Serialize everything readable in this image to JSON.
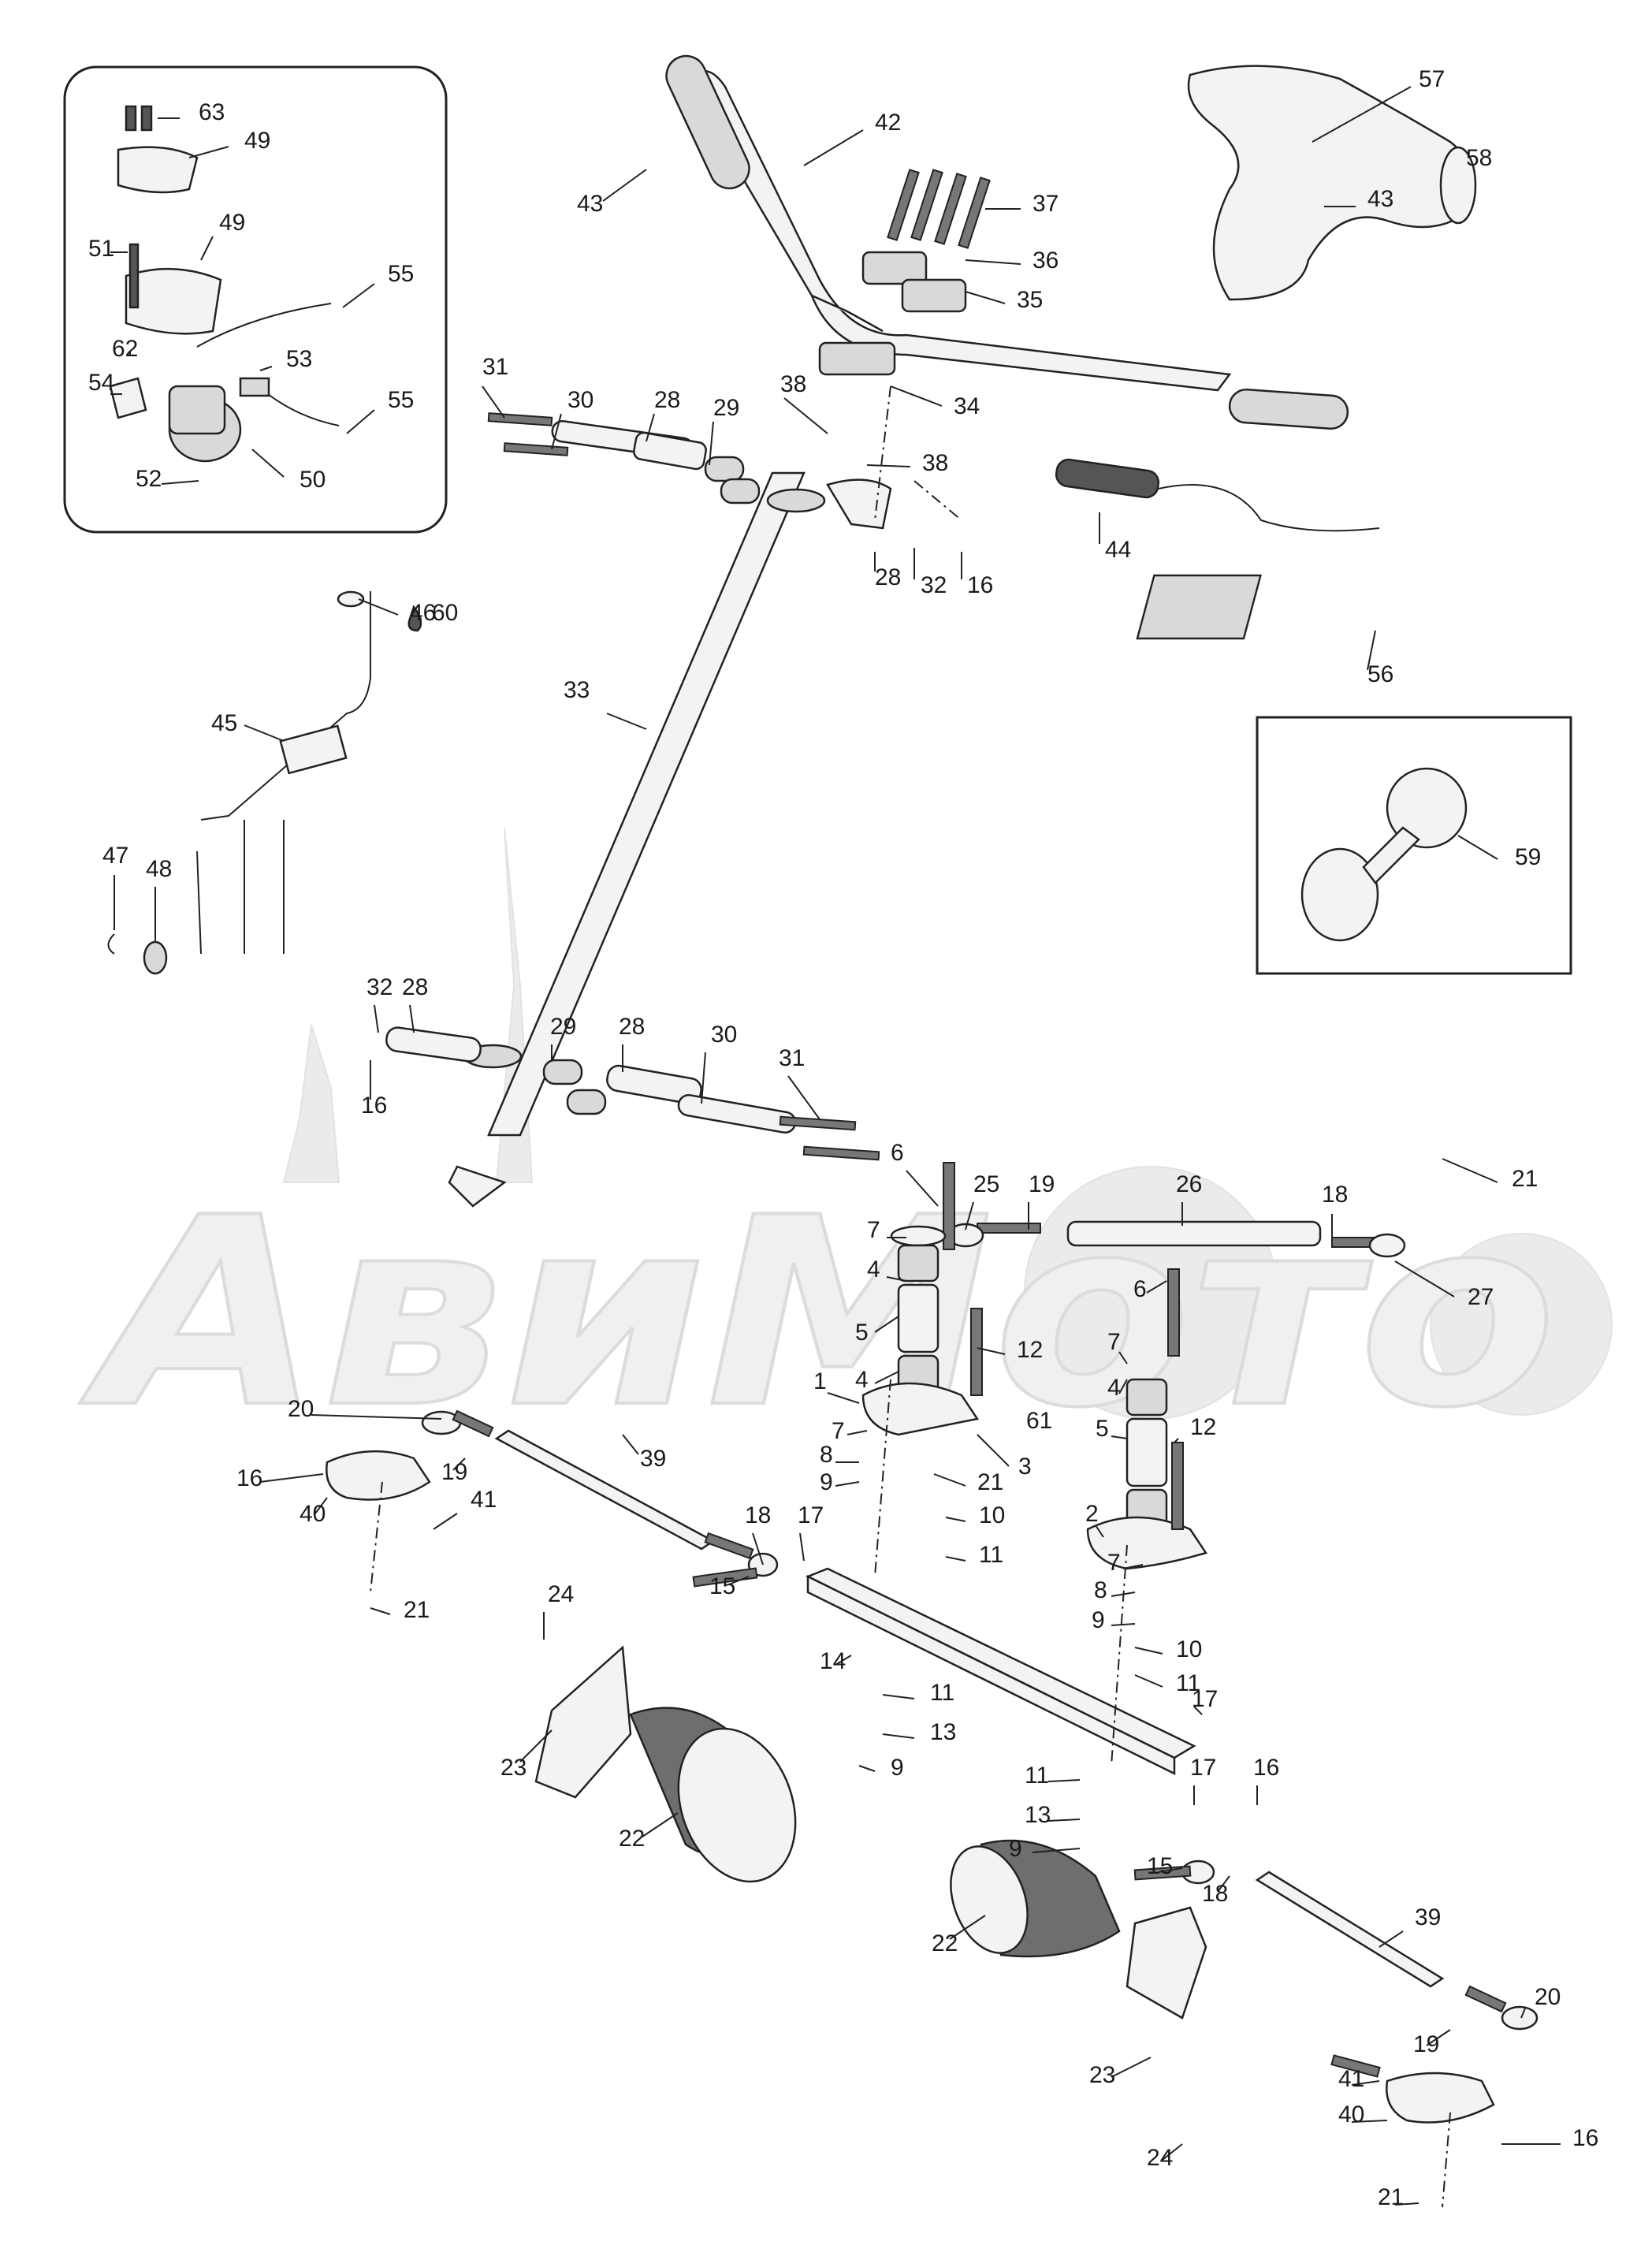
{
  "diagram": {
    "watermark_text": "АвиМото",
    "callouts": [
      "1",
      "2",
      "3",
      "4",
      "5",
      "6",
      "7",
      "8",
      "9",
      "10",
      "11",
      "12",
      "13",
      "14",
      "15",
      "16",
      "17",
      "18",
      "19",
      "20",
      "21",
      "22",
      "23",
      "24",
      "25",
      "26",
      "27",
      "28",
      "29",
      "30",
      "31",
      "32",
      "33",
      "34",
      "35",
      "36",
      "37",
      "38",
      "39",
      "40",
      "41",
      "42",
      "43",
      "44",
      "45",
      "46",
      "47",
      "48",
      "49",
      "50",
      "51",
      "52",
      "53",
      "54",
      "55",
      "56",
      "57",
      "58",
      "59",
      "60",
      "61",
      "62",
      "63"
    ]
  }
}
